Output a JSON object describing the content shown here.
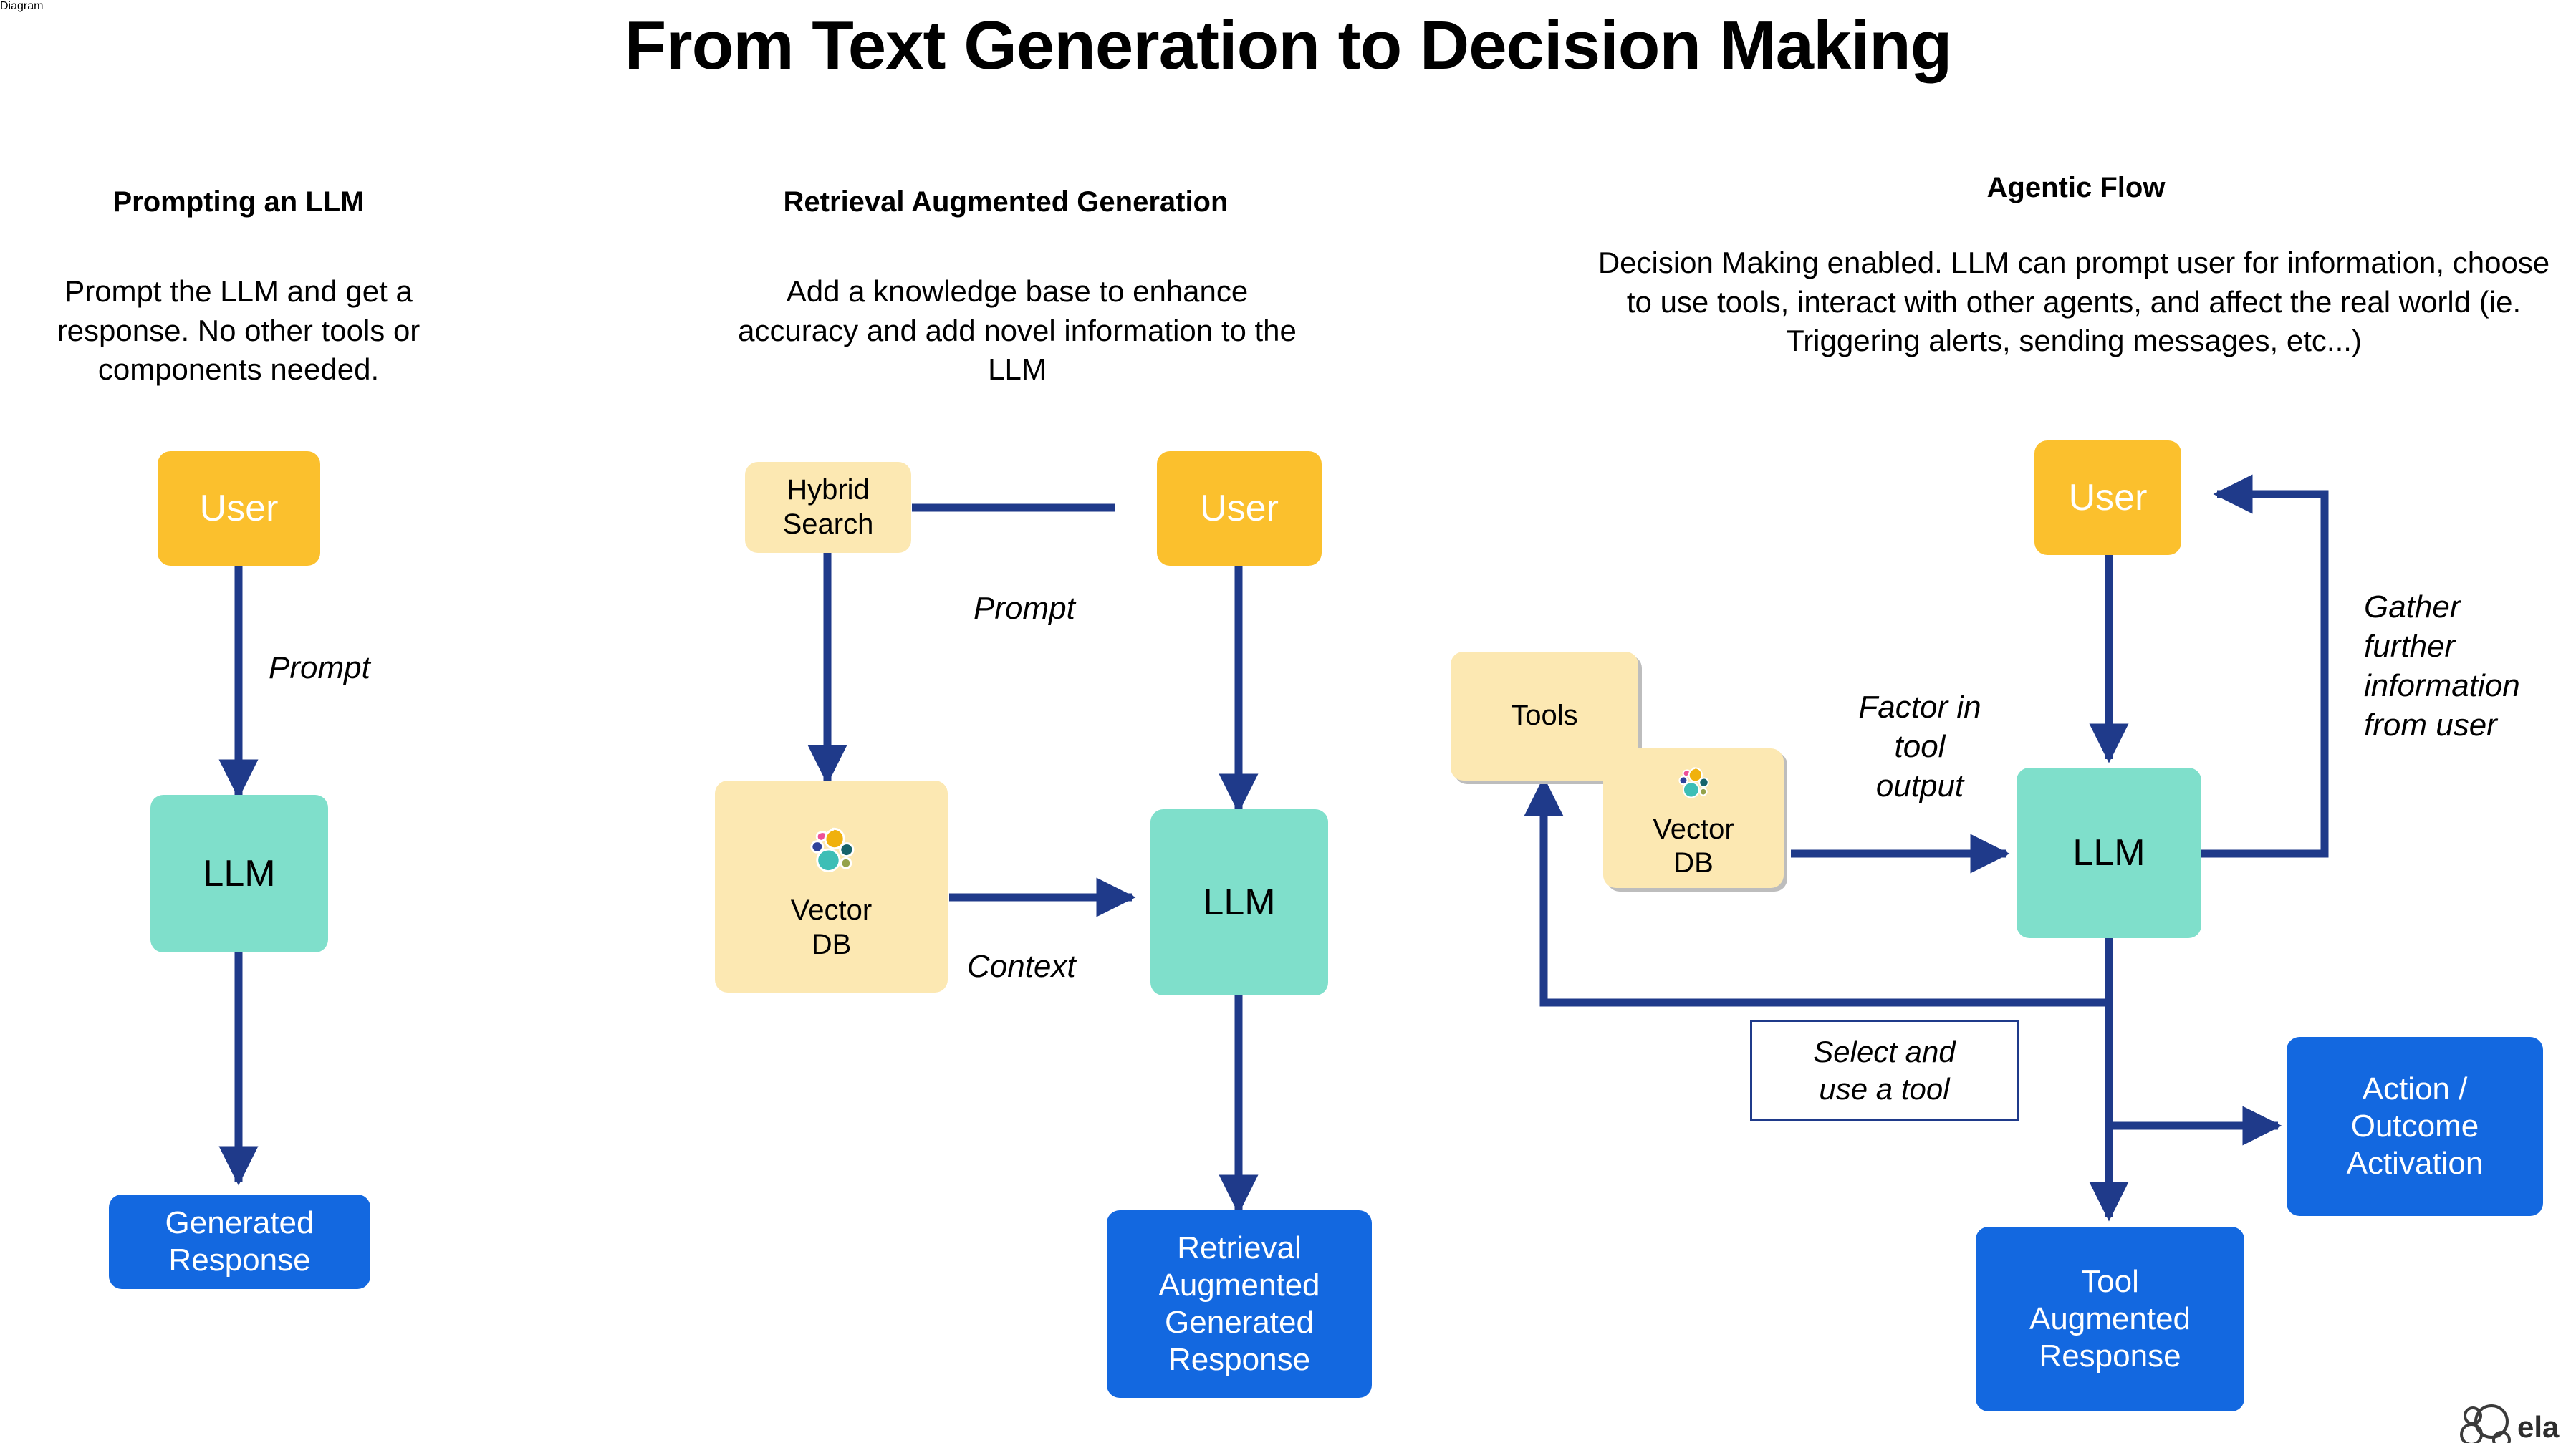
{
  "page": {
    "title": "From Text Generation to Decision Making",
    "background": "#ffffff"
  },
  "colors": {
    "user_box": "#FBC02D",
    "llm_box": "#7FDFCB",
    "response_box": "#1368E0",
    "soft_box": "#FCE8B2",
    "arrow": "#1F3A8A",
    "text": "#000000",
    "box_shadow": "#bdbdbd"
  },
  "columns": [
    {
      "id": "prompting",
      "title": "Prompting an LLM",
      "description": "Prompt the LLM and get a response. No other tools or components needed.",
      "nodes": [
        {
          "id": "user",
          "label": "User",
          "type": "user"
        },
        {
          "id": "llm",
          "label": "LLM",
          "type": "llm"
        },
        {
          "id": "resp",
          "label": "Generated\nResponse",
          "type": "response"
        }
      ],
      "edge_labels": [
        {
          "id": "prompt",
          "text": "Prompt"
        }
      ]
    },
    {
      "id": "rag",
      "title": "Retrieval Augmented Generation",
      "description": "Add a knowledge base to enhance accuracy and add novel information to the LLM",
      "nodes": [
        {
          "id": "hybrid",
          "label": "Hybrid\nSearch",
          "type": "soft"
        },
        {
          "id": "user",
          "label": "User",
          "type": "user"
        },
        {
          "id": "vdb",
          "label": "Vector\nDB",
          "type": "soft",
          "icon": "elastic-logo-icon"
        },
        {
          "id": "llm",
          "label": "LLM",
          "type": "llm"
        },
        {
          "id": "resp",
          "label": "Retrieval\nAugmented\nGenerated\nResponse",
          "type": "response"
        }
      ],
      "edge_labels": [
        {
          "id": "prompt",
          "text": "Prompt"
        },
        {
          "id": "context",
          "text": "Context"
        }
      ]
    },
    {
      "id": "agentic",
      "title": "Agentic Flow",
      "description": "Decision Making enabled. LLM can prompt user for information, choose to use tools, interact with other agents, and affect the real world (ie. Triggering alerts, sending messages, etc...)",
      "nodes": [
        {
          "id": "user",
          "label": "User",
          "type": "user"
        },
        {
          "id": "tools",
          "label": "Tools",
          "type": "soft"
        },
        {
          "id": "vdb",
          "label": "Vector\nDB",
          "type": "soft",
          "icon": "elastic-logo-icon"
        },
        {
          "id": "llm",
          "label": "LLM",
          "type": "llm"
        },
        {
          "id": "action",
          "label": "Action /\nOutcome\nActivation",
          "type": "response"
        },
        {
          "id": "toolresp",
          "label": "Tool\nAugmented\nResponse",
          "type": "response"
        }
      ],
      "edge_labels": [
        {
          "id": "factor",
          "text": "Factor in\ntool\noutput"
        },
        {
          "id": "gather",
          "text": "Gather\nfurther\ninformation\nfrom user"
        },
        {
          "id": "select",
          "text": "Select and\nuse a tool"
        }
      ]
    }
  ],
  "watermark": {
    "name": "elastic-logo-watermark"
  }
}
